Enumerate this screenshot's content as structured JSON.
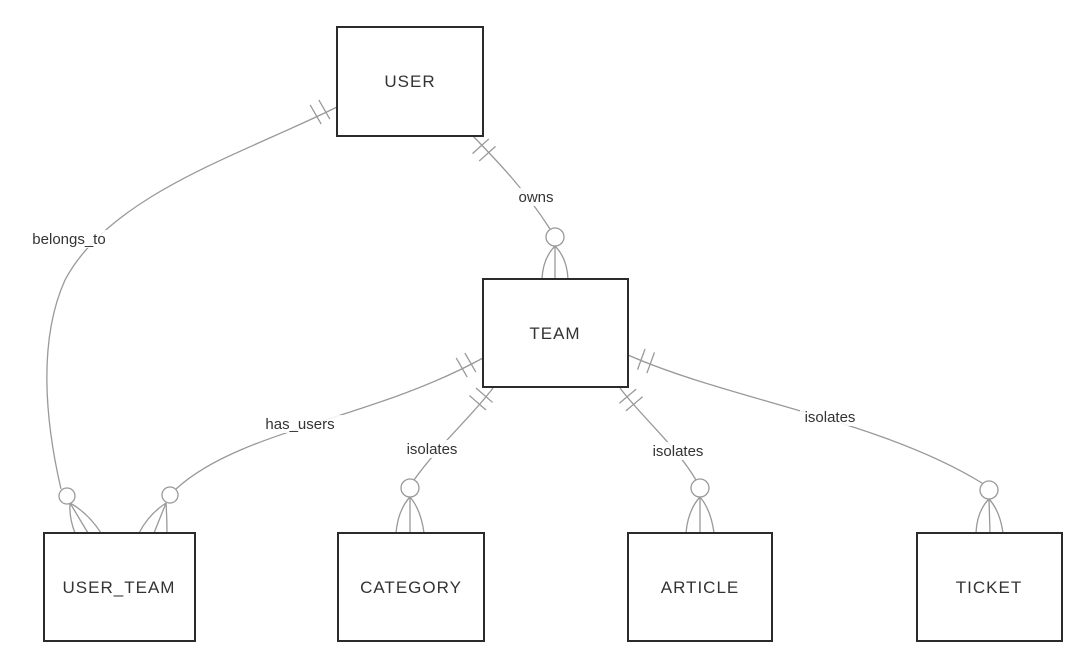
{
  "diagram": {
    "type": "entity-relationship-diagram",
    "notation": "crows-foot",
    "entities": [
      {
        "name": "USER"
      },
      {
        "name": "TEAM"
      },
      {
        "name": "USER_TEAM"
      },
      {
        "name": "CATEGORY"
      },
      {
        "name": "ARTICLE"
      },
      {
        "name": "TICKET"
      }
    ],
    "relationships": [
      {
        "from": "USER",
        "to": "USER_TEAM",
        "label": "belongs_to",
        "from_cardinality": "exactly one",
        "to_cardinality": "zero or more"
      },
      {
        "from": "USER",
        "to": "TEAM",
        "label": "owns",
        "from_cardinality": "exactly one",
        "to_cardinality": "zero or more"
      },
      {
        "from": "TEAM",
        "to": "USER_TEAM",
        "label": "has_users",
        "from_cardinality": "exactly one",
        "to_cardinality": "zero or more"
      },
      {
        "from": "TEAM",
        "to": "CATEGORY",
        "label": "isolates",
        "from_cardinality": "exactly one",
        "to_cardinality": "zero or more"
      },
      {
        "from": "TEAM",
        "to": "ARTICLE",
        "label": "isolates",
        "from_cardinality": "exactly one",
        "to_cardinality": "zero or more"
      },
      {
        "from": "TEAM",
        "to": "TICKET",
        "label": "isolates",
        "from_cardinality": "exactly one",
        "to_cardinality": "zero or more"
      }
    ],
    "colors": {
      "relationship_line": "#999999",
      "entity_border": "#2b2b2b",
      "entity_fill": "#ffffff",
      "text": "#333333",
      "background": "#ffffff"
    }
  }
}
